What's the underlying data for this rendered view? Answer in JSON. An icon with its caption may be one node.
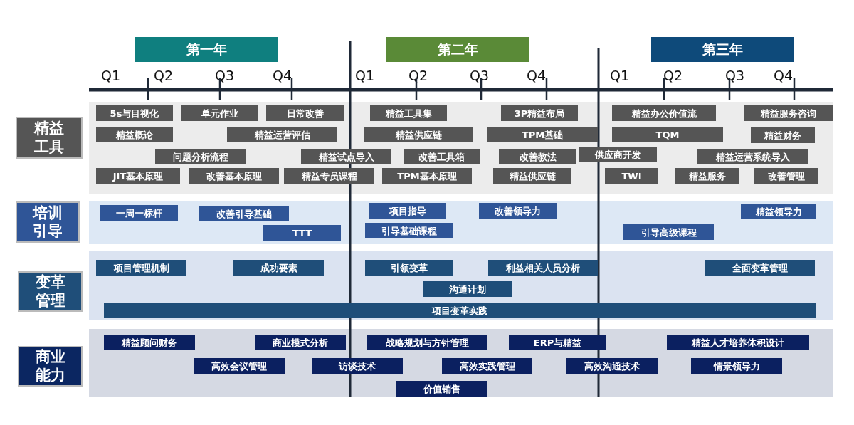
{
  "diagram": {
    "nodes": [
      {
        "text": [
          "第一年"
        ]
      },
      {
        "text": [
          "第二年"
        ]
      },
      {
        "text": [
          "第三年"
        ]
      },
      {
        "text": [
          "精益工具"
        ]
      },
      {
        "text": [
          "5s与目视化"
        ],
        "in": 3
      },
      {
        "text": [
          "单元作业"
        ],
        "in": 3
      },
      {
        "text": [
          "日常改善"
        ],
        "in": 3
      },
      {
        "text": [
          "精益工具集"
        ],
        "in": 3
      },
      {
        "text": [
          "3P精益布局"
        ],
        "in": 3
      },
      {
        "text": [
          "精益办公价值流"
        ],
        "in": 3
      },
      {
        "text": [
          "精益服务咨询"
        ],
        "in": 3
      },
      {
        "text": [
          "精益概论"
        ],
        "in": 3
      },
      {
        "text": [
          "精益运营评估"
        ],
        "in": 3
      },
      {
        "text": [
          "精益供应链"
        ],
        "in": 3
      },
      {
        "text": [
          "TPM基础"
        ],
        "in": 3
      },
      {
        "text": [
          "TQM"
        ],
        "in": 3
      },
      {
        "text": [
          "精益财务"
        ],
        "in": 3
      },
      {
        "text": [
          "问题分析流程"
        ],
        "in": 3
      },
      {
        "text": [
          "精益试点导入"
        ],
        "in": 3
      },
      {
        "text": [
          "改善工具箱"
        ],
        "in": 3
      },
      {
        "text": [
          "改善教法"
        ],
        "in": 3
      },
      {
        "text": [
          "供应商开发"
        ],
        "in": 3
      },
      {
        "text": [
          "精益运营系统导入"
        ],
        "in": 3
      },
      {
        "text": [
          "JIT基本原理"
        ],
        "in": 3
      },
      {
        "text": [
          "改善基本原理"
        ],
        "in": 3
      },
      {
        "text": [
          "精益专员课程"
        ],
        "in": 3
      },
      {
        "text": [
          "TPM基本原理"
        ],
        "in": 3
      },
      {
        "text": [
          "精益供应链"
        ],
        "in": 3
      },
      {
        "text": [
          "TWI"
        ],
        "in": 3
      },
      {
        "text": [
          "精益服务"
        ],
        "in": 3
      },
      {
        "text": [
          "改善管理"
        ],
        "in": 3
      },
      {
        "text": [
          "培训引导"
        ]
      },
      {
        "text": [
          "一周一标杆"
        ],
        "in": 31
      },
      {
        "text": [
          "改善引导基础"
        ],
        "in": 31
      },
      {
        "text": [
          "项目指导"
        ],
        "in": 31
      },
      {
        "text": [
          "改善领导力"
        ],
        "in": 31
      },
      {
        "text": [
          "精益领导力"
        ],
        "in": 31
      },
      {
        "text": [
          "TTT"
        ],
        "in": 31
      },
      {
        "text": [
          "引导基础课程"
        ],
        "in": 31
      },
      {
        "text": [
          "引导高级课程"
        ],
        "in": 31
      },
      {
        "text": [
          "变革管理"
        ]
      },
      {
        "text": [
          "项目管理机制"
        ],
        "in": 40
      },
      {
        "text": [
          "成功要素"
        ],
        "in": 40
      },
      {
        "text": [
          "引领变革"
        ],
        "in": 40
      },
      {
        "text": [
          "利益相关人员分析"
        ],
        "in": 40
      },
      {
        "text": [
          "全面变革管理"
        ],
        "in": 40
      },
      {
        "text": [
          "沟通计划"
        ],
        "in": 40
      },
      {
        "text": [
          "项目变革实践"
        ],
        "in": 40
      },
      {
        "text": [
          "商业能力"
        ]
      },
      {
        "text": [
          "精益顾问财务"
        ],
        "in": 48
      },
      {
        "text": [
          "商业模式分析"
        ],
        "in": 48
      },
      {
        "text": [
          "战略规划与方针管理"
        ],
        "in": 48
      },
      {
        "text": [
          "ERP与精益"
        ],
        "in": 48
      },
      {
        "text": [
          "精益人才培养体积设计"
        ],
        "in": 48
      },
      {
        "text": [
          "高效会议管理"
        ],
        "in": 48
      },
      {
        "text": [
          "访谈技术"
        ],
        "in": 48
      },
      {
        "text": [
          "高效实践管理"
        ],
        "in": 48
      },
      {
        "text": [
          "高效沟通技术"
        ],
        "in": 48
      },
      {
        "text": [
          "情景领导力"
        ],
        "in": 48
      },
      {
        "text": [
          "价值销售"
        ],
        "in": 48
      }
    ],
    "labels": [
      "Q1",
      "Q2",
      "Q3",
      "Q4",
      "Q1",
      "Q2",
      "Q3",
      "Q4",
      "Q1",
      "Q2",
      "Q3",
      "Q4"
    ]
  }
}
